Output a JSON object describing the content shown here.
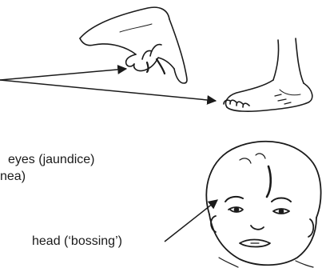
{
  "labels": {
    "eyes": "eyes (jaundice)",
    "cornea": "nea)",
    "head": "head (‘bossing’)"
  },
  "illustrations": [
    "pointing-hand-icon",
    "foot-icon",
    "child-face-icon"
  ],
  "colors": {
    "ink": "#1a1a1a",
    "background": "#ffffff"
  }
}
